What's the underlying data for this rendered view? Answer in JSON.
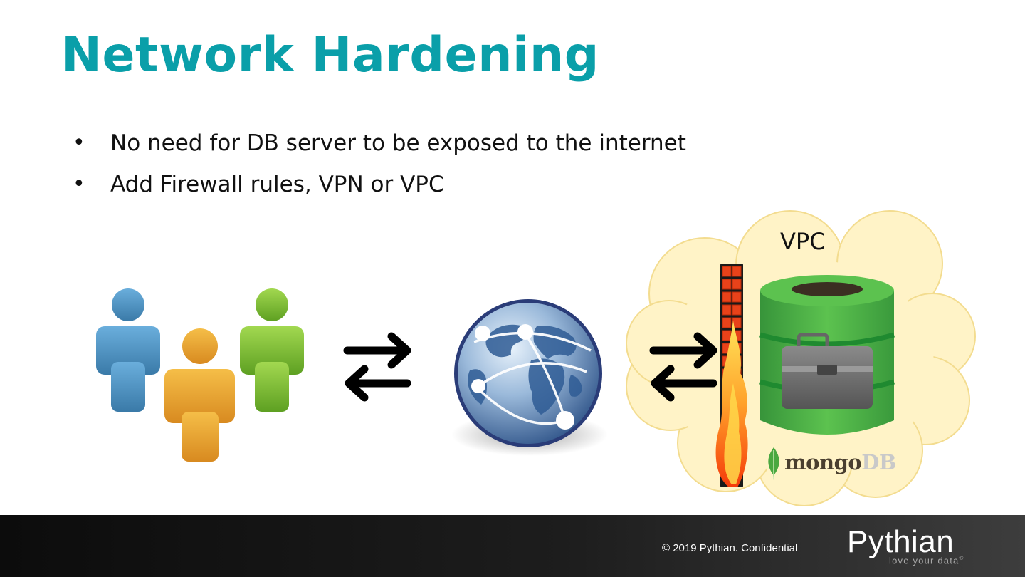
{
  "slide": {
    "title": "Network Hardening",
    "bullets": [
      "No need for DB server to be exposed to the internet",
      "Add Firewall rules, VPN or VPC"
    ],
    "bullet_glyph": "•"
  },
  "diagram": {
    "vpc_label": "VPC",
    "mongo_logo_part1": "mongo",
    "mongo_logo_part2": "DB",
    "icons": [
      "users-icon",
      "bidirectional-arrows-icon",
      "globe-network-icon",
      "vpc-cloud-icon",
      "firewall-icon",
      "database-icon",
      "mongodb-leaf-icon"
    ]
  },
  "footer": {
    "copyright": "© 2019 Pythian. Confidential",
    "logo_text": "Pythian",
    "tagline": "love your data",
    "tagline_mark": "®"
  },
  "colors": {
    "title": "#0a9fa9",
    "person_blue": "#4a8fc0",
    "person_orange": "#e8a030",
    "person_green": "#82c230",
    "db_green": "#3fa83f",
    "cloud_fill": "#fff3c7",
    "footer_bg": "#1a1a1a"
  }
}
